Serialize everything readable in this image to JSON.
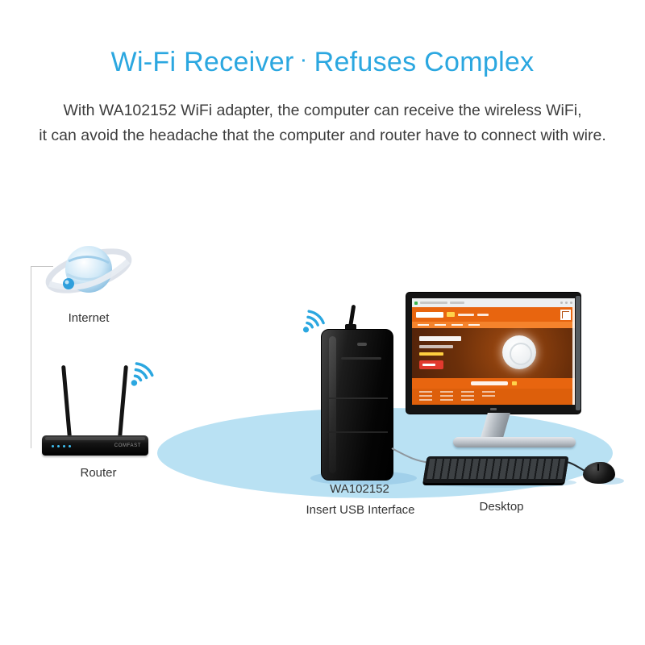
{
  "page": {
    "title": {
      "left": "Wi-Fi Receiver",
      "separator": "·",
      "right": "Refuses Complex"
    },
    "subtitle_line1": "With WA102152 WiFi adapter, the computer can receive the wireless WiFi,",
    "subtitle_line2": "it can avoid the headache that the computer and router have to connect with wire."
  },
  "diagram": {
    "internet_label": "Internet",
    "router_label": "Router",
    "router_brand": "COMFAST",
    "adapter_model_label": "WA102152",
    "adapter_caption": "Insert USB Interface",
    "desktop_label": "Desktop"
  },
  "colors": {
    "title_blue": "#2ba7e0",
    "wifi_icon_blue": "#2ba7e0",
    "ground_ellipse_blue": "#b9e1f3",
    "screen_orange": "#e8650f",
    "body_text": "#3d3d3d"
  }
}
